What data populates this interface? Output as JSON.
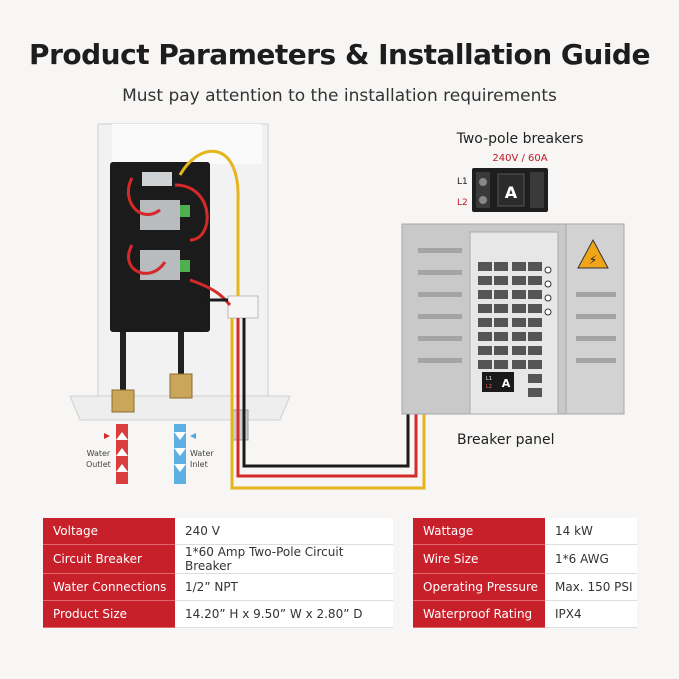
{
  "header": {
    "title": "Product Parameters & Installation Guide",
    "subtitle": "Must pay attention to the installation requirements"
  },
  "breaker": {
    "title": "Two-pole breakers",
    "rating": "240V / 60A",
    "line1": "L1",
    "line2": "L2",
    "badge": "A"
  },
  "panel": {
    "label": "Breaker panel",
    "badge": "A",
    "line1": "L1",
    "line2": "L2"
  },
  "water": {
    "outlet_line1": "Water",
    "outlet_line2": "Outlet",
    "inlet_line1": "Water",
    "inlet_line2": "Inlet"
  },
  "colors": {
    "accent": "#c8202b",
    "wire_yellow": "#e6b51e",
    "wire_red": "#d42a2a",
    "wire_black": "#1a1a1a"
  },
  "specs": {
    "left": [
      {
        "label": "Voltage",
        "value": "240 V"
      },
      {
        "label": "Circuit Breaker",
        "value": "1*60 Amp Two-Pole Circuit Breaker"
      },
      {
        "label": "Water Connections",
        "value": "1/2”  NPT"
      },
      {
        "label": "Product Size",
        "value": "14.20” H x 9.50” W x 2.80” D"
      }
    ],
    "right": [
      {
        "label": "Wattage",
        "value": "14 kW"
      },
      {
        "label": "Wire Size",
        "value": "1*6 AWG"
      },
      {
        "label": "Operating Pressure",
        "value": "Max. 150 PSI"
      },
      {
        "label": "Waterproof Rating",
        "value": "IPX4"
      }
    ]
  }
}
